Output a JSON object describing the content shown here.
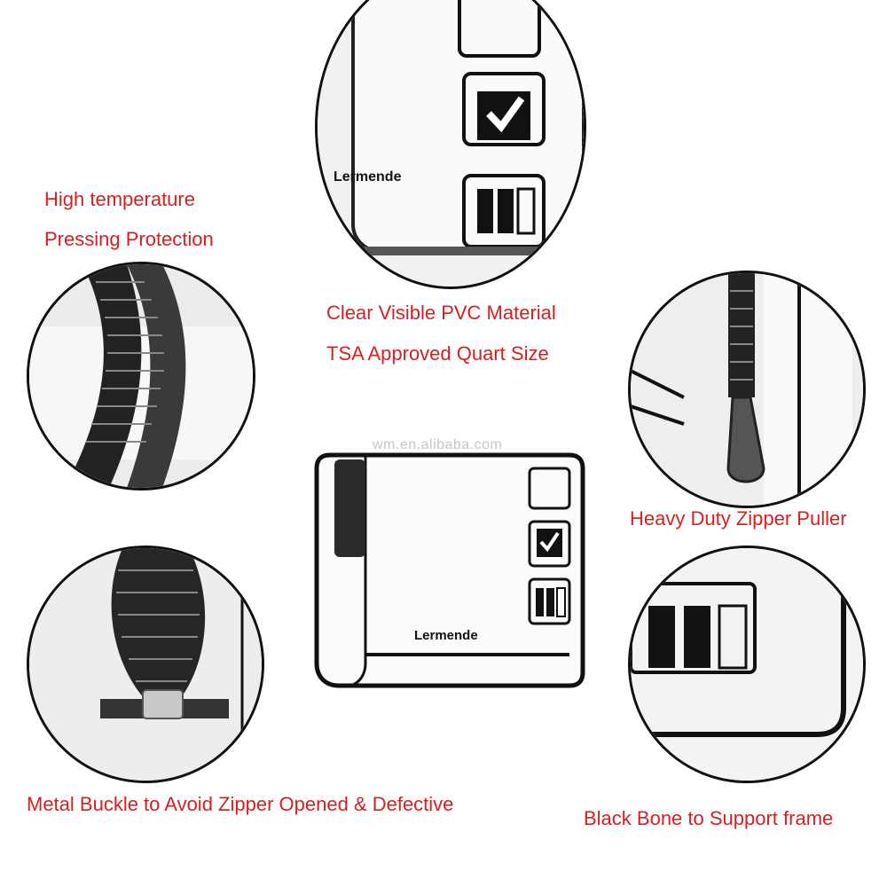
{
  "captions": {
    "high_temp_line1": "High temperature",
    "high_temp_line2": "Pressing Protection",
    "pvc_line1": "Clear Visible PVC Material",
    "pvc_line2": "TSA Approved Quart Size",
    "zipper_puller": "Heavy Duty Zipper Puller",
    "metal_buckle": "Metal Buckle to Avoid Zipper Opened & Defective",
    "black_bone": "Black Bone to Support frame"
  },
  "brand": {
    "name": "Lermende"
  },
  "watermark": "wm.en.alibaba.com",
  "colors": {
    "caption": "#d81f1f",
    "trim": "#111111",
    "background": "#ffffff"
  }
}
